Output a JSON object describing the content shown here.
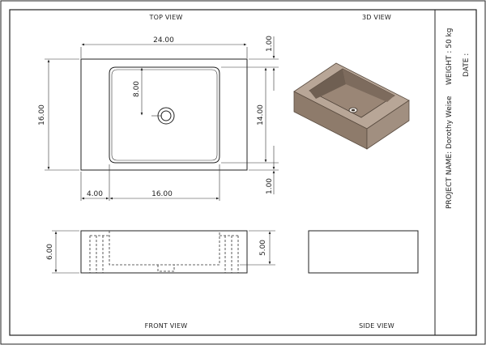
{
  "sheet": {
    "labels": {
      "top_view": "TOP VIEW",
      "view_3d": "3D VIEW",
      "front_view": "FRONT VIEW",
      "side_view": "SIDE VIEW"
    },
    "title_block": {
      "weight": "WEIGHT : 50 kg",
      "date": "DATE :",
      "project": "PROJECT NAME: Dorothy Weise"
    }
  },
  "dimensions": {
    "top_width": "24.00",
    "top_height": "16.00",
    "inner_height": "14.00",
    "drain_offset": "8.00",
    "rim_top": "1.00",
    "rim_bottom": "1.00",
    "left_offset": "4.00",
    "inner_width": "16.00",
    "front_height": "6.00",
    "front_depth": "5.00"
  },
  "colors": {
    "stone_top": "#b8a697",
    "stone_front": "#8e7b6b",
    "stone_side": "#a18f80",
    "stone_inner": "#9a8676",
    "frame": "#222222"
  }
}
